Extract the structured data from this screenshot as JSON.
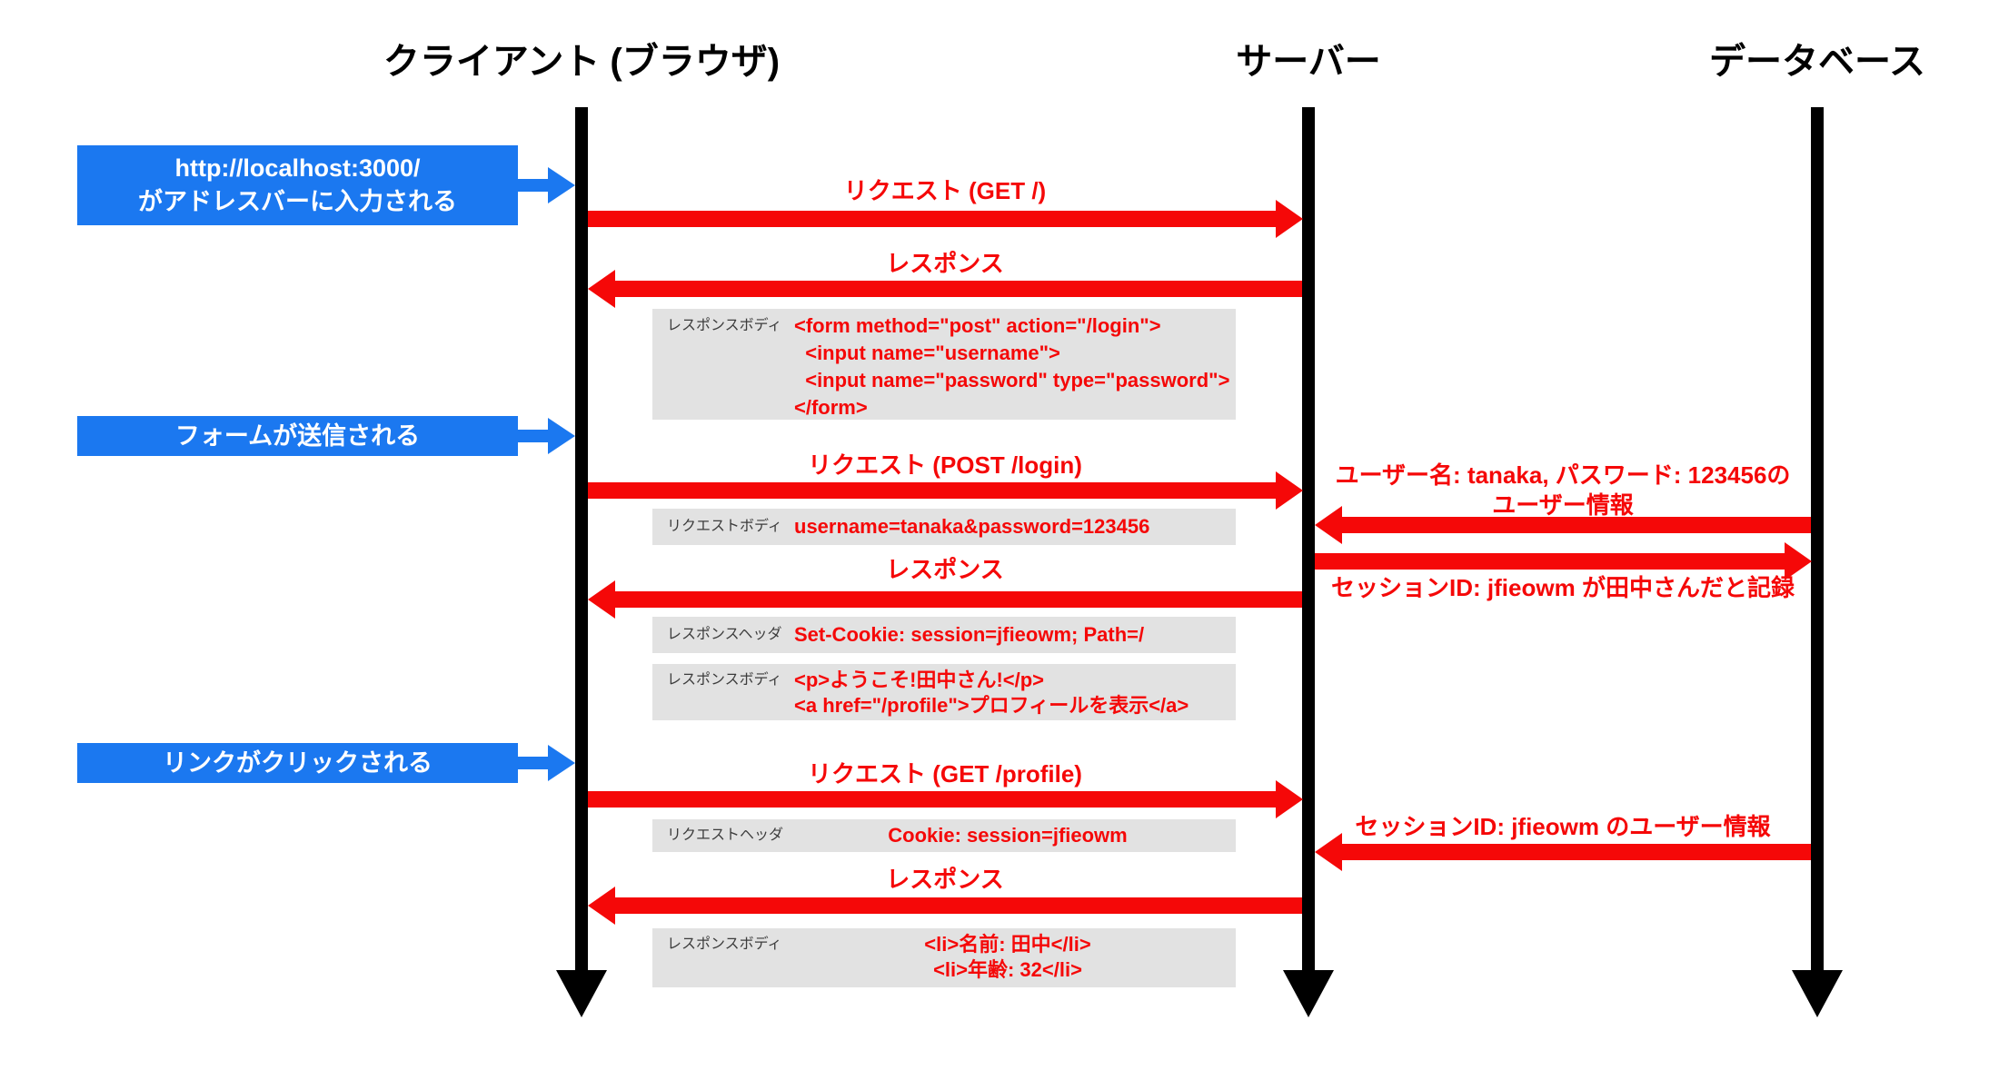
{
  "colors": {
    "red": "#f50808",
    "blue": "#1b78f0",
    "graybox": "#e2e2e2",
    "black": "#000000"
  },
  "lanes": [
    {
      "label": "クライアント (ブラウザ)"
    },
    {
      "label": "サーバー"
    },
    {
      "label": "データベース"
    }
  ],
  "events": [
    {
      "lines": [
        "http://localhost:3000/",
        "がアドレスバーに入力される"
      ]
    },
    {
      "lines": [
        "フォームが送信される"
      ]
    },
    {
      "lines": [
        "リンクがクリックされる"
      ]
    }
  ],
  "messages": [
    {
      "label": "リクエスト (GET /)",
      "direction": "client-to-server"
    },
    {
      "label": "レスポンス",
      "direction": "server-to-client"
    },
    {
      "label": "リクエスト (POST /login)",
      "direction": "client-to-server"
    },
    {
      "label": "レスポンス",
      "direction": "server-to-client"
    },
    {
      "label": "リクエスト (GET /profile)",
      "direction": "client-to-server"
    },
    {
      "label": "レスポンス",
      "direction": "server-to-client"
    }
  ],
  "db_notes": [
    {
      "lines": [
        "ユーザー名: tanaka, パスワード: 123456の",
        "ユーザー情報"
      ],
      "direction": "database-to-server"
    },
    {
      "lines": [
        "セッションID: jfieowm が田中さんだと記録"
      ],
      "direction": "server-to-database"
    },
    {
      "lines": [
        "セッションID: jfieowm のユーザー情報"
      ],
      "direction": "database-to-server"
    }
  ],
  "payloads": [
    {
      "label": "レスポンスボディ",
      "lines": [
        "<form method=\"post\" action=\"/login\">",
        "  <input name=\"username\">",
        "  <input name=\"password\" type=\"password\">",
        "</form>"
      ]
    },
    {
      "label": "リクエストボディ",
      "lines": [
        "username=tanaka&password=123456"
      ]
    },
    {
      "label": "レスポンスヘッダ",
      "lines": [
        "Set-Cookie: session=jfieowm; Path=/"
      ]
    },
    {
      "label": "レスポンスボディ",
      "lines": [
        "<p>ようこそ!田中さん!</p>",
        "<a href=\"/profile\">プロフィールを表示</a>"
      ]
    },
    {
      "label": "リクエストヘッダ",
      "lines": [
        "Cookie: session=jfieowm"
      ]
    },
    {
      "label": "レスポンスボディ",
      "lines": [
        "<li>名前: 田中</li>",
        "<li>年齢: 32</li>"
      ]
    }
  ]
}
